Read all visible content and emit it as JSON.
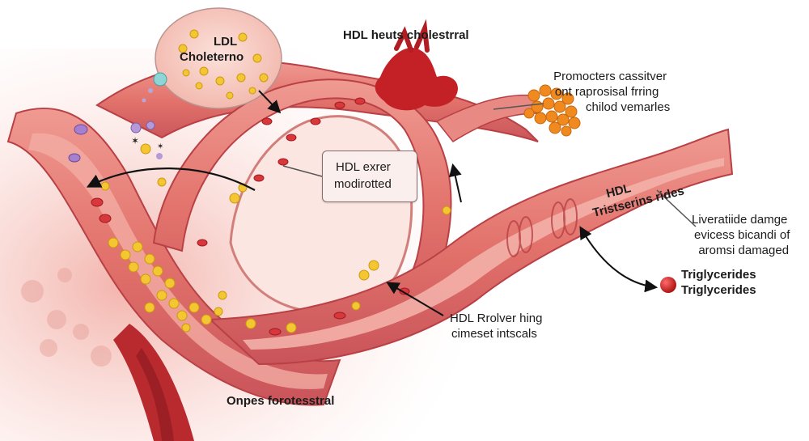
{
  "labels": {
    "title": "HDL heuts cholestrral",
    "ldl_bubble": {
      "line1": "LDL",
      "line2": "Choleterno"
    },
    "promoters": {
      "line1": "Promocters cassitver",
      "line2": "ont raprosisal frring",
      "line3": "chilod vemarles"
    },
    "hdl_box": {
      "line1": "HDL exrer",
      "line2": "modirotted"
    },
    "hdl_trig": {
      "line1": "HDL",
      "line2": "Tristserins rides"
    },
    "liver": {
      "line1": "Liveratiide damge",
      "line2": "evicess bicandi of",
      "line3": "aromsi damaged"
    },
    "triglycerides": {
      "line1": "Triglycerides",
      "line2": "Triglycerides"
    },
    "hdl_river": {
      "line1": "HDL Rrolver hing",
      "line2": "cimeset intscals"
    },
    "bottom": "Onpes forotesstral"
  },
  "colors": {
    "vessel": "#e8837c",
    "vessel_dark": "#c9474a",
    "lumen": "#f6cfc9",
    "background_tissue": "#f3b7b0",
    "cholesterol_particle": "#f4c631",
    "fat_cluster": "#f08a1e",
    "triglyceride_dot": "#c41e1e"
  }
}
